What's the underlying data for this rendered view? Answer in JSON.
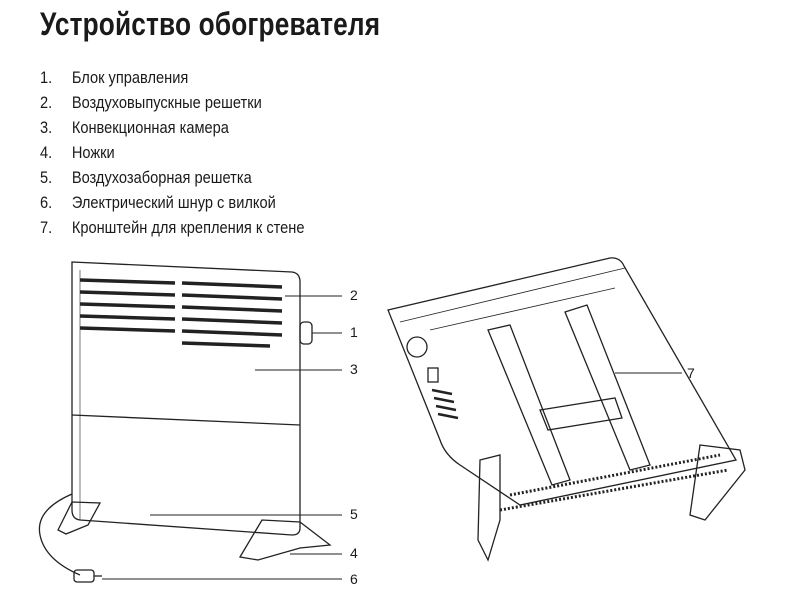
{
  "title": "Устройство обогревателя",
  "parts": [
    {
      "num": "1.",
      "label": "Блок управления"
    },
    {
      "num": "2.",
      "label": "Воздуховыпускные решетки"
    },
    {
      "num": "3.",
      "label": "Конвекционная камера"
    },
    {
      "num": "4.",
      "label": "Ножки"
    },
    {
      "num": "5.",
      "label": "Воздухозаборная решетка"
    },
    {
      "num": "6.",
      "label": "Электрический шнур с вилкой"
    },
    {
      "num": "7.",
      "label": "Кронштейн для крепления к стене"
    }
  ],
  "callouts": {
    "c1": "1",
    "c2": "2",
    "c3": "3",
    "c4": "4",
    "c5": "5",
    "c6": "6",
    "c7": "7"
  }
}
